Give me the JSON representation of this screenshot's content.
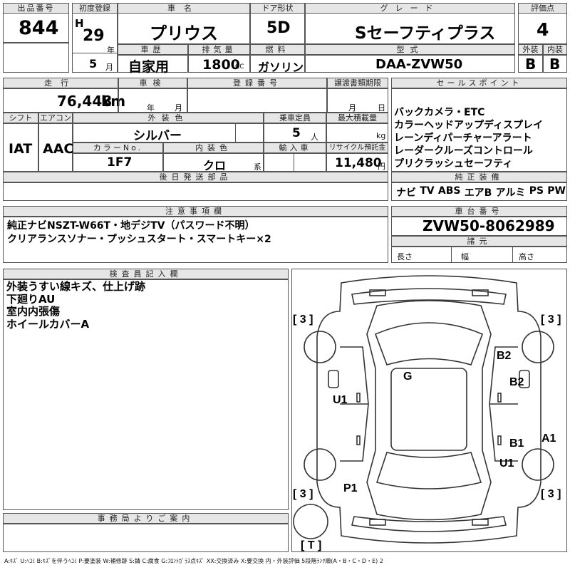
{
  "header": {
    "lot_no_label": "出品番号",
    "lot_no": "844",
    "first_reg_label": "初度登録",
    "era": "H",
    "year": "29",
    "year_unit": "年",
    "month": "5",
    "month_unit": "月",
    "car_name_label": "車名",
    "car_name": "プリウス",
    "door_label": "ドア形状",
    "door": "5D",
    "grade_label": "グレード",
    "grade": "Sセーフティプラス",
    "score_label": "評価点",
    "score": "4",
    "history_label": "車歴",
    "history": "自家用",
    "displacement_label": "排気量",
    "displacement": "1800",
    "displacement_unit": "CC",
    "fuel_label": "燃料",
    "fuel": "ガソリン",
    "model_label": "型式",
    "model": "DAA-ZVW50",
    "exterior_label": "外装",
    "exterior": "B",
    "interior_label": "内装",
    "interior": "B"
  },
  "row2": {
    "mileage_label": "走行",
    "mileage": "76,448",
    "mileage_unit": "km",
    "inspection_label": "車検",
    "insp_year_unit": "年",
    "insp_month_unit": "月",
    "reg_no_label": "登録番号",
    "transfer_label": "譲渡書類期限",
    "transfer_month_unit": "月",
    "transfer_day_unit": "日",
    "shift_label": "シフト",
    "shift": "IAT",
    "ac_label": "エアコン",
    "ac": "AAC",
    "color_label": "外装色",
    "color": "シルバー",
    "capacity_label": "乗車定員",
    "capacity": "5",
    "capacity_unit": "人",
    "max_load_label": "最大積載量",
    "max_load_unit": "kg",
    "color_no_label": "カラーNo.",
    "color_no": "1F7",
    "int_color_label": "内装色",
    "int_color": "クロ",
    "int_color_unit": "系",
    "import_label": "輸入車",
    "recycle_label": "リサイクル預託金",
    "recycle": "11,480",
    "recycle_unit": "円",
    "later_parts_label": "後日発送部品"
  },
  "sales": {
    "label": "セールスポイント",
    "lines": [
      "バックカメラ・ETC",
      "カラーヘッドアップディスプレイ",
      "レーンディパーチャーアラート",
      "レーダークルーズコントロール",
      "プリクラッシュセーフティ"
    ],
    "equip_label": "純正装備",
    "equip": [
      "ナビ",
      "TV",
      "ABS",
      "エアB",
      "アルミ",
      "PS",
      "PW"
    ]
  },
  "notes": {
    "label": "注意事項欄",
    "lines": [
      "純正ナビNSZT-W66T・地デジTV（パスワード不明）",
      "クリアランスソナー・プッシュスタート・スマートキー×2"
    ]
  },
  "chassis": {
    "label": "車台番号",
    "number": "ZVW50-8062989",
    "dims_label": "諸元",
    "length_label": "長さ",
    "width_label": "幅",
    "height_label": "高さ"
  },
  "inspector": {
    "label": "検査員記入欄",
    "lines": [
      "外装うすい線キズ、仕上げ跡",
      "下廻りAU",
      "室内内張傷",
      "ホイールカバーA"
    ]
  },
  "diagram": {
    "tire_marks": [
      "[ 3 ]",
      "[ 3 ]",
      "[ 3 ]",
      "[ 3 ]",
      "[ T ]"
    ],
    "marks": [
      "B2",
      "B2",
      "G",
      "U1",
      "B1",
      "A1",
      "U1",
      "P1"
    ]
  },
  "office": {
    "label": "事務局よりご案内"
  },
  "legend": "A:ｷｽﾞ U:ﾍｺﾐ B:ｷｽﾞを伴うﾍｺﾐ P:要塗装 W:補修跡 S:錆 C:腐食 G:ﾌﾛﾝﾄｶﾞﾗｽ点ｷｽﾞ XX:交換済み X:要交換  内・外装評価  5段階ﾗﾝｸ順(A・B・C・D・E) 2"
}
